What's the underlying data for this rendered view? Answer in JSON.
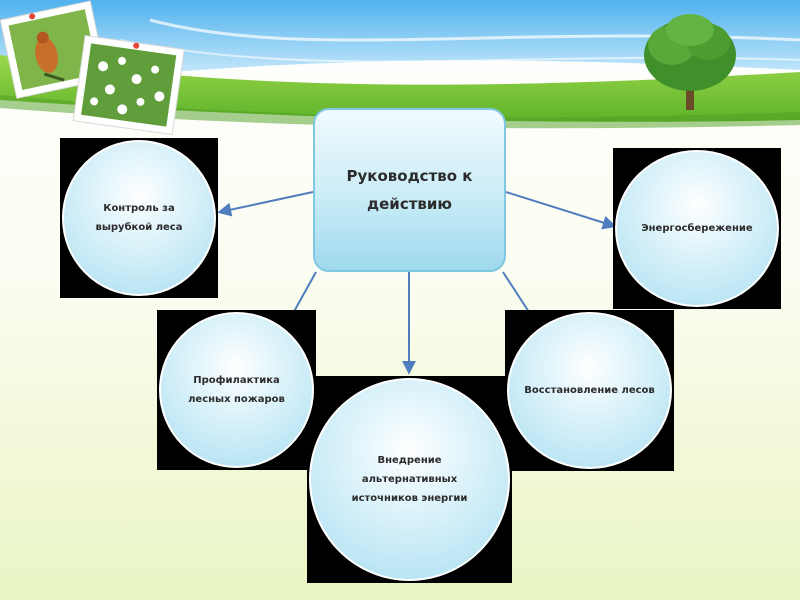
{
  "diagram": {
    "center": {
      "label": "Руководство к действию"
    },
    "nodes": [
      {
        "id": "logging-control",
        "label": "Контроль за вырубкой леса"
      },
      {
        "id": "energy-saving",
        "label": "Энергосбережение"
      },
      {
        "id": "fire-prevention",
        "label": "Профилактика лесных пожаров"
      },
      {
        "id": "alternative-energy",
        "label": "Внедрение альтернативных источников энергии"
      },
      {
        "id": "forest-restoration",
        "label": "Восстановление лесов"
      }
    ],
    "edges": [
      {
        "from": "center",
        "to": "logging-control"
      },
      {
        "from": "center",
        "to": "energy-saving"
      },
      {
        "from": "center",
        "to": "fire-prevention"
      },
      {
        "from": "center",
        "to": "alternative-energy"
      },
      {
        "from": "center",
        "to": "forest-restoration"
      }
    ]
  },
  "colors": {
    "arrow": "#4f7dbd",
    "node_fill": "#a9def0",
    "grass": "#7cc63a",
    "sky": "#6ec1f0"
  },
  "decor": {
    "photos": [
      "bird-photo",
      "daisies-photo"
    ],
    "tree": "tree-illustration"
  }
}
